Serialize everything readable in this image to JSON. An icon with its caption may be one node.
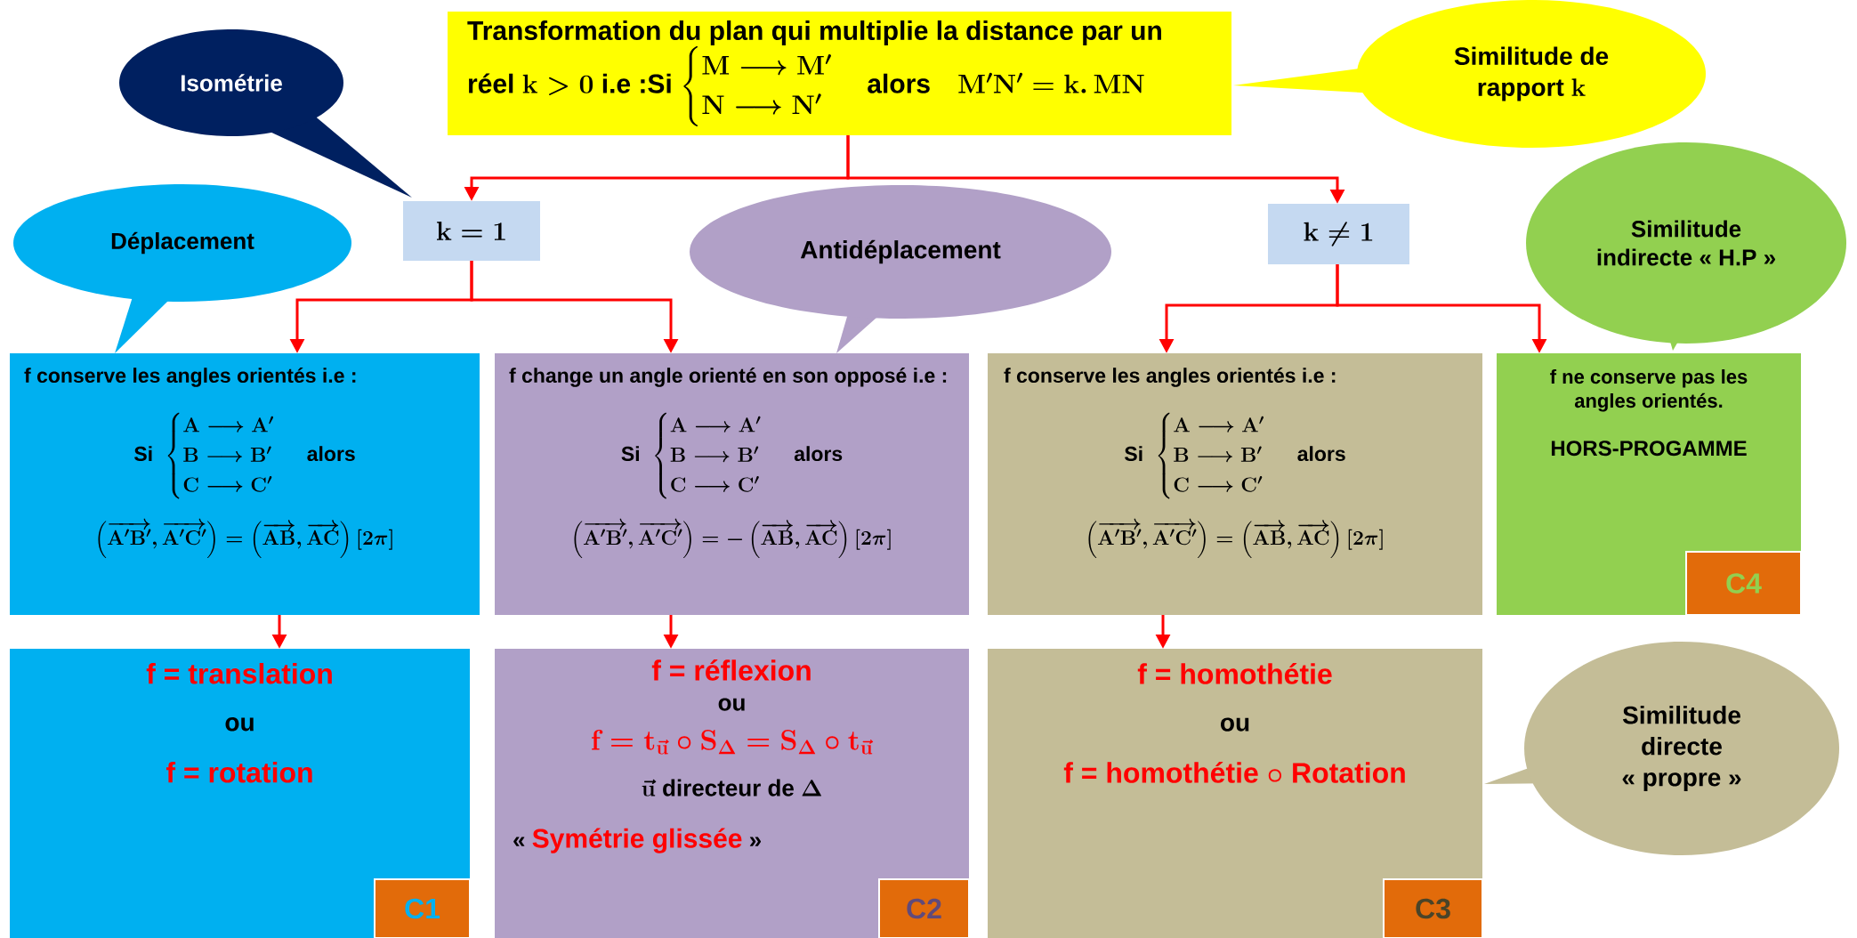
{
  "diagram": {
    "nodes": [
      {
        "text": [
          "Transformation du plan qui multiplie la distance par un réel",
          "\\mathrm{k}>0",
          "i.e :Si",
          "\\begin{cases}\\mathrm{M}\\longrightarrow\\mathrm{M'}\\\\\\mathrm{N}\\longrightarrow\\mathrm{N'}\\end{cases}",
          "alors",
          "\\mathrm{M'N'}=\\mathrm{k}.\\,\\mathrm{MN}"
        ]
      },
      {
        "text": [
          "Isométrie"
        ]
      },
      {
        "text": [
          "Similitude de rapport",
          "\\mathrm{k}"
        ]
      },
      {
        "text": [
          "\\mathrm{k}=1"
        ]
      },
      {
        "text": [
          "\\mathrm{k}\\neq 1"
        ]
      },
      {
        "text": [
          "Déplacement"
        ]
      },
      {
        "text": [
          "Antidéplacement"
        ]
      },
      {
        "text": [
          "Similitude indirecte « H.P »"
        ]
      },
      {
        "text": [
          "f conserve les angles orientés i.e :",
          "Si",
          "\\begin{cases}\\mathrm{A}\\longrightarrow\\mathrm{A'}\\\\\\mathrm{B}\\longrightarrow\\mathrm{B'}\\\\\\mathrm{C}\\longrightarrow\\mathrm{C'}\\end{cases}",
          "alors",
          "\\left(\\overrightarrow{\\mathrm{A'B'}},\\overrightarrow{\\mathrm{A'C'}}\\right)=\\left(\\overrightarrow{\\mathrm{AB}},\\overrightarrow{\\mathrm{AC}}\\right)[2\\pi]"
        ]
      },
      {
        "text": [
          "f change un angle orienté en son opposé i.e :",
          "Si",
          "\\begin{cases}\\mathrm{A}\\longrightarrow\\mathrm{A'}\\\\\\mathrm{B}\\longrightarrow\\mathrm{B'}\\\\\\mathrm{C}\\longrightarrow\\mathrm{C'}\\end{cases}",
          "alors",
          "\\left(\\overrightarrow{\\mathrm{A'B'}},\\overrightarrow{\\mathrm{A'C'}}\\right)=-\\left(\\overrightarrow{\\mathrm{AB}},\\overrightarrow{\\mathrm{AC}}\\right)[2\\pi]"
        ]
      },
      {
        "text": [
          "f conserve les angles orientés i.e :",
          "Si",
          "\\begin{cases}\\mathrm{A}\\longrightarrow\\mathrm{A'}\\\\\\mathrm{B}\\longrightarrow\\mathrm{B'}\\\\\\mathrm{C}\\longrightarrow\\mathrm{C'}\\end{cases}",
          "alors",
          "\\left(\\overrightarrow{\\mathrm{A'B'}},\\overrightarrow{\\mathrm{A'C'}}\\right)=\\left(\\overrightarrow{\\mathrm{AB}},\\overrightarrow{\\mathrm{AC}}\\right)[2\\pi]"
        ]
      },
      {
        "text": [
          "f ne conserve pas les angles orientés.",
          "HORS-PROGAMME"
        ]
      },
      {
        "text": [
          "C4"
        ],
        "in": 11
      },
      {
        "text": [
          "f = translation",
          "ou",
          "f = rotation"
        ]
      },
      {
        "text": [
          "C1"
        ],
        "in": 13
      },
      {
        "text": [
          "f = réflexion",
          "ou",
          "\\mathrm{f}=\\mathrm{t}_{\\vec{\\mathrm{u}}}\\circ\\mathrm{S}_{\\Delta}=\\mathrm{S}_{\\Delta}\\circ\\mathrm{t}_{\\vec{\\mathrm{u}}}",
          "\\vec{\\mathrm{u}}",
          "directeur de",
          "\\Delta",
          "«",
          "Symétrie glissée",
          "»"
        ]
      },
      {
        "text": [
          "C2"
        ],
        "in": 15
      },
      {
        "text": [
          "f = homothétie",
          "ou",
          "f = homothétie",
          "\\circ",
          "Rotation"
        ]
      },
      {
        "text": [
          "C3"
        ],
        "in": 17
      },
      {
        "text": [
          "Similitude directe « propre »"
        ]
      }
    ],
    "edges": [
      {
        "from": 0,
        "to": 3,
        "arrow": "to"
      },
      {
        "from": 0,
        "to": 4,
        "arrow": "to"
      },
      {
        "from": 3,
        "to": 8,
        "arrow": "to"
      },
      {
        "from": 3,
        "to": 9,
        "arrow": "to"
      },
      {
        "from": 4,
        "to": 10,
        "arrow": "to"
      },
      {
        "from": 4,
        "to": 11,
        "arrow": "to"
      },
      {
        "from": 8,
        "to": 13,
        "arrow": "to"
      },
      {
        "from": 9,
        "to": 15,
        "arrow": "to"
      },
      {
        "from": 10,
        "to": 17,
        "arrow": "to"
      }
    ]
  }
}
